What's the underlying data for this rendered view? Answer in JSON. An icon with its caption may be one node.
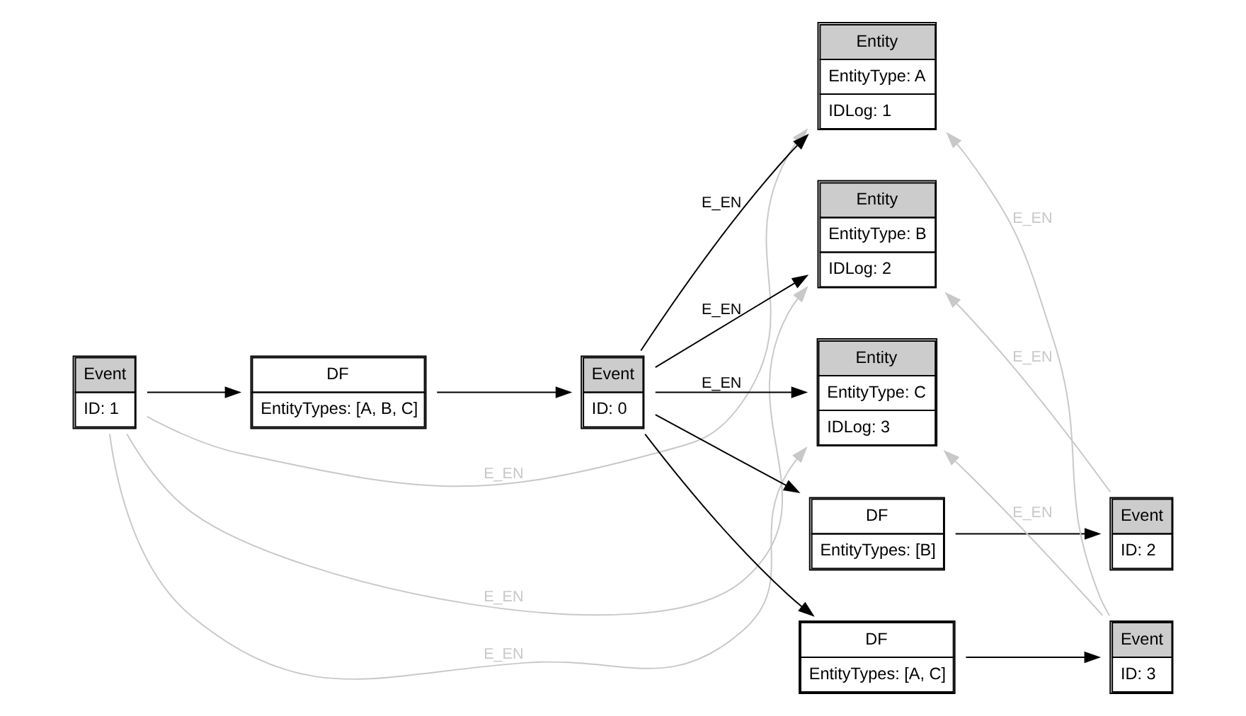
{
  "diagram": {
    "nodes": [
      {
        "text": [
          "Event",
          "ID: 1"
        ]
      },
      {
        "text": [
          "DF",
          "EntityTypes: [A, B, C]"
        ]
      },
      {
        "text": [
          "Entity",
          "EntityType: A",
          "IDLog: 1"
        ]
      },
      {
        "text": [
          "Entity",
          "EntityType: B",
          "IDLog: 2"
        ]
      },
      {
        "text": [
          "Entity",
          "EntityType: C",
          "IDLog: 3"
        ]
      },
      {
        "text": [
          "Event",
          "ID: 0"
        ]
      },
      {
        "text": [
          "DF",
          "EntityTypes: [B]"
        ]
      },
      {
        "text": [
          "Event",
          "ID: 2"
        ]
      },
      {
        "text": [
          "DF",
          "EntityTypes: [A, C]"
        ]
      },
      {
        "text": [
          "Event",
          "ID: 3"
        ]
      }
    ],
    "edges": [
      {
        "from": 0,
        "to": 1,
        "arrow": "to"
      },
      {
        "from": 1,
        "to": 5,
        "arrow": "to"
      },
      {
        "from": 5,
        "to": 2,
        "arrow": "to",
        "label": "E_EN"
      },
      {
        "from": 5,
        "to": 3,
        "arrow": "to",
        "label": "E_EN"
      },
      {
        "from": 5,
        "to": 4,
        "arrow": "to",
        "label": "E_EN"
      },
      {
        "from": 5,
        "to": 6,
        "arrow": "to"
      },
      {
        "from": 6,
        "to": 7,
        "arrow": "to"
      },
      {
        "from": 5,
        "to": 8,
        "arrow": "to"
      },
      {
        "from": 8,
        "to": 9,
        "arrow": "to"
      },
      {
        "from": 0,
        "to": 4,
        "arrow": "to",
        "label": "E_EN",
        "color": "#c8c8c8"
      },
      {
        "from": 0,
        "to": 3,
        "arrow": "to",
        "label": "E_EN",
        "color": "#c8c8c8"
      },
      {
        "from": 0,
        "to": 2,
        "arrow": "to",
        "label": "E_EN",
        "color": "#c8c8c8"
      },
      {
        "from": 7,
        "to": 3,
        "arrow": "to",
        "label": "E_EN",
        "color": "#c8c8c8"
      },
      {
        "from": 9,
        "to": 2,
        "arrow": "to",
        "label": "E_EN",
        "color": "#c8c8c8"
      },
      {
        "from": 9,
        "to": 4,
        "arrow": "to",
        "label": "E_EN",
        "color": "#c8c8c8"
      }
    ]
  }
}
